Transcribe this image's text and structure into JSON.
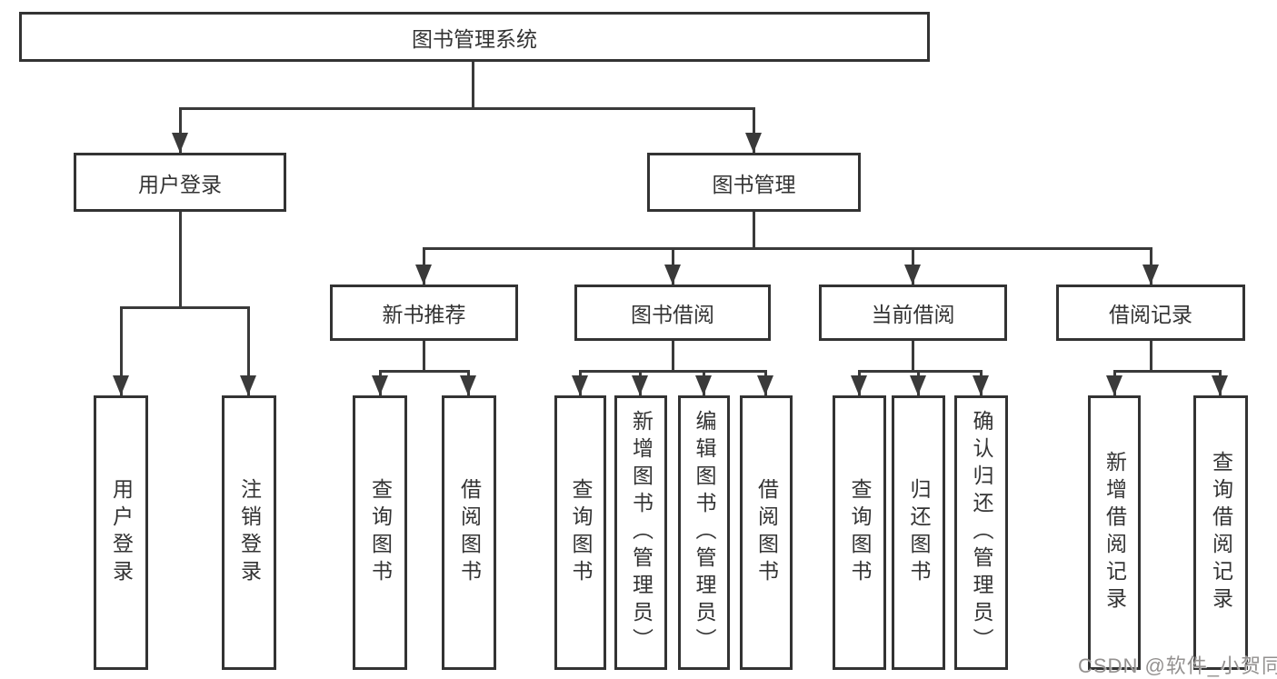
{
  "diagram": {
    "type": "tree",
    "title": "图书管理系统",
    "nodes": {
      "root": "图书管理系统",
      "user_login": "用户登录",
      "book_mgmt": "图书管理",
      "new_book": "新书推荐",
      "book_borrow": "图书借阅",
      "current_borrow": "当前借阅",
      "borrow_record": "借阅记录",
      "ul_login": "用户登录",
      "ul_logout": "注销登录",
      "nb_query": "查询图书",
      "nb_borrow": "借阅图书",
      "bb_query": "查询图书",
      "bb_add": "新增图书（管理员）",
      "bb_edit": "编辑图书（管理员）",
      "bb_borrow": "借阅图书",
      "cb_query": "查询图书",
      "cb_return": "归还图书",
      "cb_confirm": "确认归还（管理员）",
      "br_add": "新增借阅记录",
      "br_query": "查询借阅记录"
    },
    "hierarchy": {
      "图书管理系统": {
        "用户登录": [
          "用户登录",
          "注销登录"
        ],
        "图书管理": {
          "新书推荐": [
            "查询图书",
            "借阅图书"
          ],
          "图书借阅": [
            "查询图书",
            "新增图书（管理员）",
            "编辑图书（管理员）",
            "借阅图书"
          ],
          "当前借阅": [
            "查询图书",
            "归还图书",
            "确认归还（管理员）"
          ],
          "借阅记录": [
            "新增借阅记录",
            "查询借阅记录"
          ]
        }
      }
    },
    "colors": {
      "line": "#3a3a3a",
      "box_border": "#333333",
      "text": "#333333",
      "background": "#ffffff",
      "watermark_text": "#949190"
    },
    "watermark": "CSDN @软件_小贺同学"
  }
}
